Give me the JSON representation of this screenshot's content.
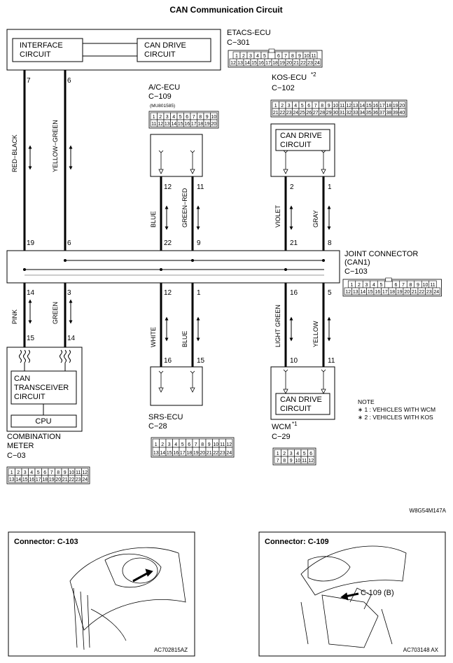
{
  "title": "CAN Communication Circuit",
  "diagram_code": "W8G54M147A",
  "etacs": {
    "name": "ETACS-ECU",
    "conn": "C−301",
    "left_circuit": [
      "INTERFACE",
      "CIRCUIT"
    ],
    "right_circuit": [
      "CAN DRIVE",
      "CIRCUIT"
    ],
    "row1": [
      "1",
      "2",
      "3",
      "4",
      "5",
      "",
      "6",
      "7",
      "8",
      "9",
      "10",
      "11"
    ],
    "row2": [
      "12",
      "13",
      "14",
      "15",
      "16",
      "17",
      "18",
      "19",
      "20",
      "21",
      "22",
      "23",
      "24"
    ]
  },
  "acecu": {
    "name": "A/C-ECU",
    "conn": "C−109",
    "part": "(MU801585)",
    "row1": [
      "1",
      "2",
      "3",
      "4",
      "5",
      "6",
      "7",
      "8",
      "9",
      "10"
    ],
    "row2": [
      "11",
      "12",
      "13",
      "14",
      "15",
      "16",
      "17",
      "18",
      "19",
      "20"
    ]
  },
  "kosecu": {
    "name": "KOS-ECU",
    "mark": "*2",
    "conn": "C−102",
    "circuit": [
      "CAN DRIVE",
      "CIRCUIT"
    ],
    "row1": [
      "1",
      "2",
      "3",
      "4",
      "5",
      "6",
      "7",
      "8",
      "9",
      "10",
      "11",
      "12",
      "13",
      "14",
      "15",
      "16",
      "17",
      "18",
      "19",
      "20"
    ],
    "row2": [
      "21",
      "22",
      "23",
      "24",
      "25",
      "26",
      "27",
      "28",
      "29",
      "30",
      "31",
      "32",
      "33",
      "34",
      "35",
      "36",
      "37",
      "38",
      "39",
      "40"
    ]
  },
  "joint": {
    "name": [
      "JOINT CONNECTOR",
      "(CAN1)"
    ],
    "conn": "C−103",
    "row1": [
      "1",
      "2",
      "3",
      "4",
      "5",
      "",
      "6",
      "7",
      "8",
      "9",
      "10",
      "11"
    ],
    "row2": [
      "12",
      "13",
      "14",
      "15",
      "16",
      "17",
      "18",
      "19",
      "20",
      "21",
      "22",
      "23",
      "24"
    ]
  },
  "wires": {
    "w1": {
      "color": "RED−BLACK",
      "top_pin": "7",
      "bot_pin": "19"
    },
    "w2": {
      "color": "YELLOW−GREEN",
      "top_pin": "6",
      "bot_pin": "6"
    },
    "w3": {
      "color": "BLUE",
      "top_pin": "12",
      "bot_pin": "22"
    },
    "w4": {
      "color": "GREEN−RED",
      "top_pin": "11",
      "bot_pin": "9"
    },
    "w5": {
      "color": "VIOLET",
      "top_pin": "2",
      "bot_pin": "21"
    },
    "w6": {
      "color": "GRAY",
      "top_pin": "1",
      "bot_pin": "8"
    },
    "l1": {
      "color": "PINK",
      "top_pin": "14",
      "bot_pin": "15"
    },
    "l2": {
      "color": "GREEN",
      "top_pin": "3",
      "bot_pin": "14"
    },
    "l3": {
      "color": "WHITE",
      "top_pin": "12",
      "bot_pin": "16"
    },
    "l4": {
      "color": "BLUE",
      "top_pin": "1",
      "bot_pin": "15"
    },
    "l5": {
      "color": "LIGHT GREEN",
      "top_pin": "16",
      "bot_pin": "10"
    },
    "l6": {
      "color": "YELLOW",
      "top_pin": "5",
      "bot_pin": "11"
    }
  },
  "meter": {
    "name": [
      "COMBINATION",
      "METER"
    ],
    "conn": "C−03",
    "circuit": [
      "CAN",
      "TRANSCEIVER",
      "CIRCUIT"
    ],
    "cpu": "CPU",
    "row1": [
      "1",
      "2",
      "3",
      "4",
      "5",
      "6",
      "7",
      "8",
      "9",
      "10",
      "11",
      "12"
    ],
    "row2": [
      "13",
      "14",
      "15",
      "16",
      "17",
      "18",
      "19",
      "20",
      "21",
      "22",
      "23",
      "24"
    ]
  },
  "srs": {
    "name": "SRS-ECU",
    "conn": "C−28",
    "row1": [
      "1",
      "2",
      "3",
      "4",
      "5",
      "6",
      "7",
      "8",
      "9",
      "10",
      "11",
      "12"
    ],
    "row2": [
      "13",
      "14",
      "15",
      "16",
      "17",
      "18",
      "19",
      "20",
      "21",
      "22",
      "23",
      "24"
    ]
  },
  "wcm": {
    "name": "WCM",
    "mark": "*1",
    "conn": "C−29",
    "circuit": [
      "CAN DRIVE",
      "CIRCUIT"
    ],
    "row1": [
      "1",
      "2",
      "3",
      "4",
      "5",
      "6"
    ],
    "row2": [
      "7",
      "8",
      "9",
      "10",
      "11",
      "12"
    ]
  },
  "note": {
    "head": "NOTE",
    "lines": [
      "∗ 1 : VEHICLES WITH WCM",
      "∗ 2 : VEHICLES WITH KOS"
    ]
  },
  "photos": [
    {
      "title": "Connector: C-103",
      "code": "AC702815AZ",
      "callout": ""
    },
    {
      "title": "Connector: C-109",
      "code": "AC703148 AX",
      "callout": "C-109 (B)"
    }
  ]
}
